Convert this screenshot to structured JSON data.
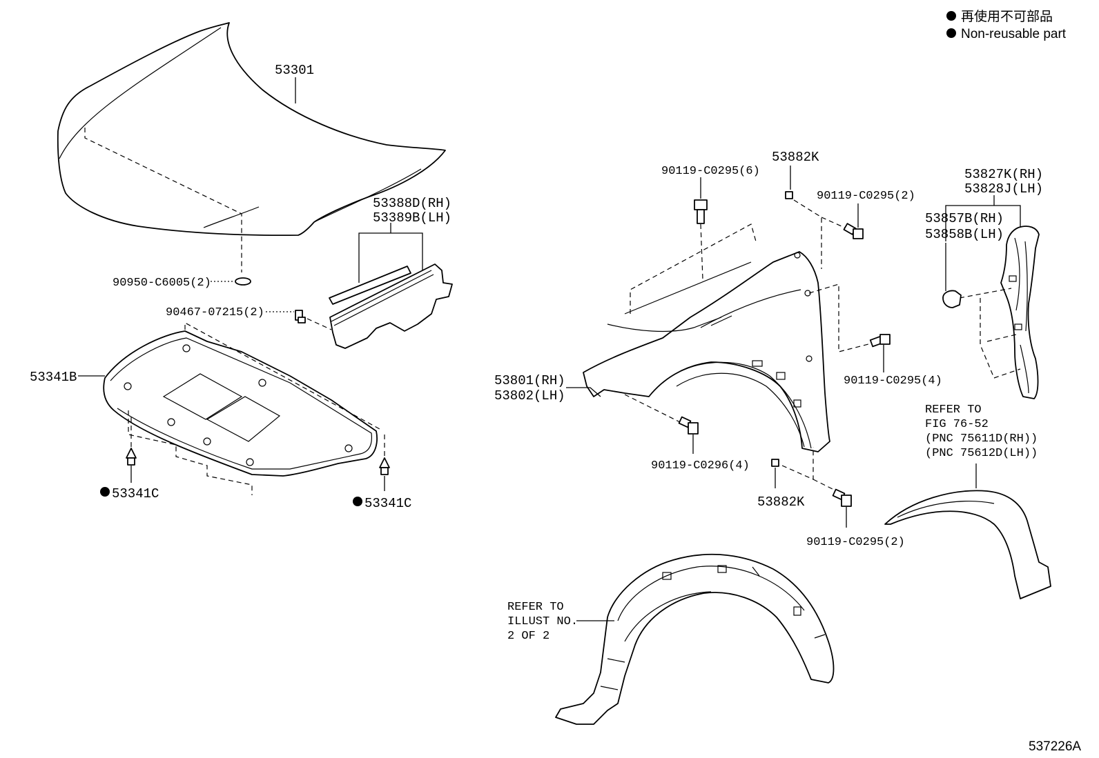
{
  "legend": {
    "jp": "再使用不可部品",
    "en": "Non-reusable part"
  },
  "figure_id": "537226A",
  "labels": {
    "hood": "53301",
    "hood_grommet": "90950-C6005(2)",
    "seal_rh": "53388D(RH)",
    "seal_lh": "53389B(LH)",
    "seal_screw": "90467-07215(2)",
    "insulator": "53341B",
    "clip_left": "53341C",
    "clip_right": "53341C",
    "fender_rh": "53801(RH)",
    "fender_lh": "53802(LH)",
    "bolt_top": "90119-C0295(6)",
    "nut_top": "53882K",
    "bolt_top_right": "90119-C0295(2)",
    "bolt_mid_right": "90119-C0295(4)",
    "bolt_bottom": "90119-C0296(4)",
    "nut_bottom": "53882K",
    "bolt_bottom_right": "90119-C0295(2)",
    "brace_rh": "53827K(RH)",
    "brace_lh": "53828J(LH)",
    "cushion_rh": "53857B(RH)",
    "cushion_lh": "53858B(LH)",
    "refer_arch": [
      "REFER TO",
      "FIG 76-52",
      "(PNC 75611D(RH))",
      "(PNC 75612D(LH))"
    ],
    "refer_liner": [
      "REFER TO",
      "ILLUST NO.",
      "2 OF 2"
    ]
  }
}
